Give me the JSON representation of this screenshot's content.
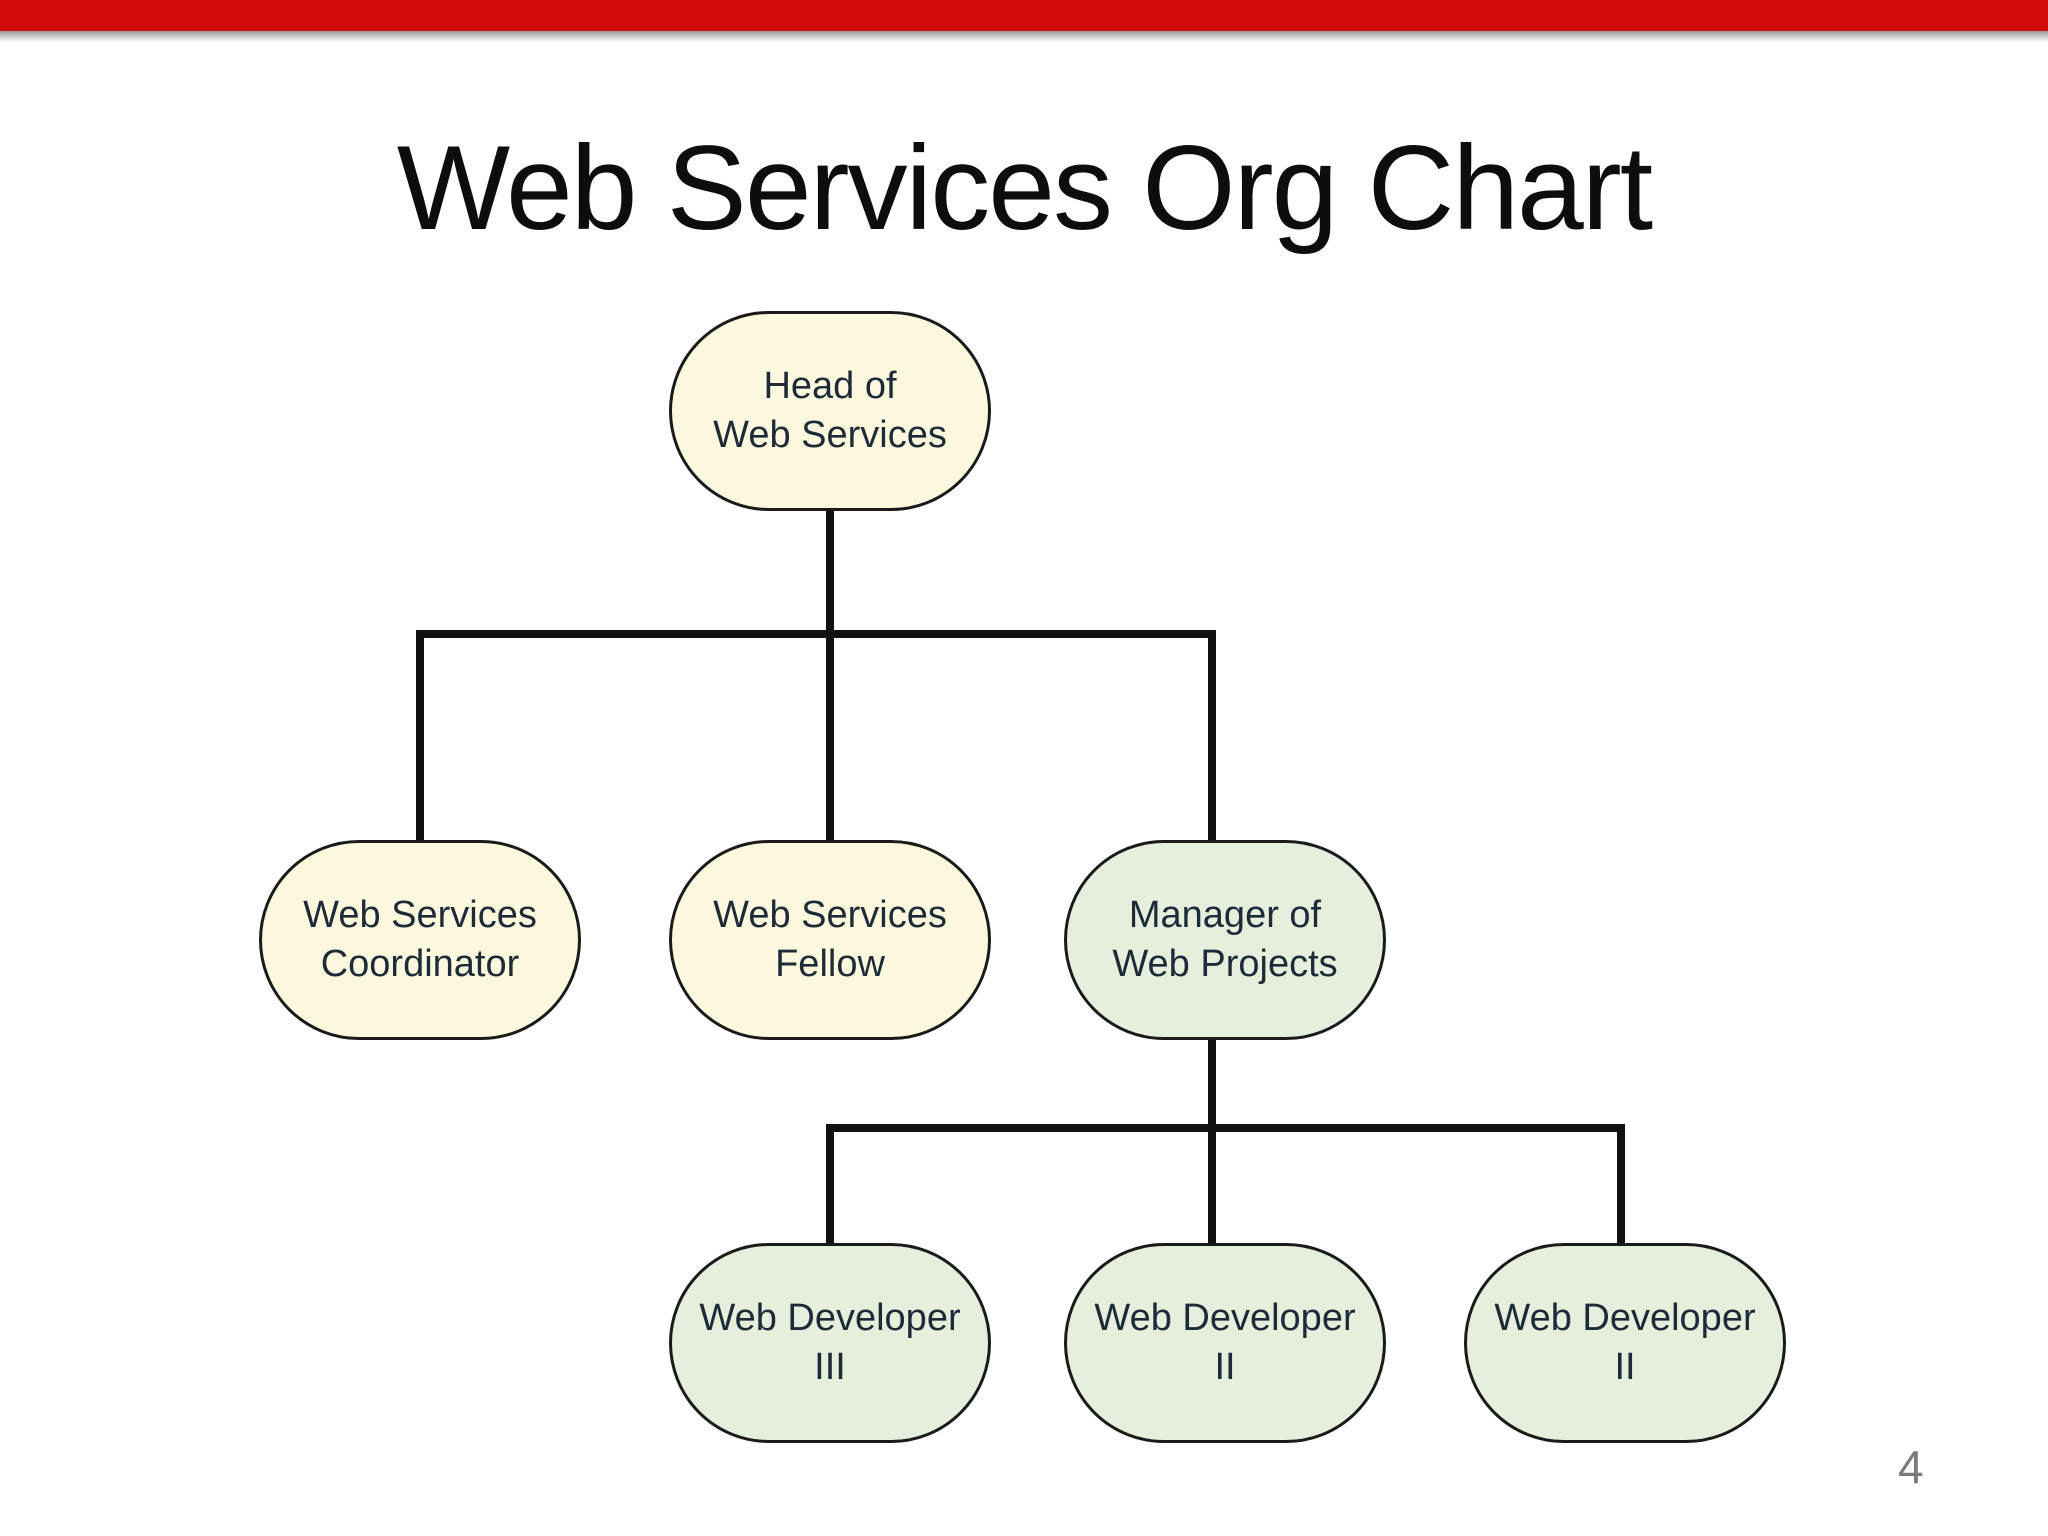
{
  "slide": {
    "title": "Web Services Org Chart",
    "page_number": "4"
  },
  "colors": {
    "accent_red": "#d20c0c",
    "node_cream": "#fbf8dd",
    "node_green": "#e6eedc",
    "node_border": "#1a1a1a",
    "connector_black": "#111111",
    "node_text": "#1d2a38",
    "title_text": "#0d0d0d",
    "page_number_gray": "#7a7a7a"
  },
  "org_chart": {
    "nodes": [
      {
        "id": "head-of-web-services",
        "line1": "Head of",
        "line2": "Web Services",
        "fill": "node_cream",
        "level": 1,
        "reports_to": null
      },
      {
        "id": "web-services-coordinator",
        "line1": "Web Services",
        "line2": "Coordinator",
        "fill": "node_cream",
        "level": 2,
        "reports_to": "head-of-web-services"
      },
      {
        "id": "web-services-fellow",
        "line1": "Web Services",
        "line2": "Fellow",
        "fill": "node_cream",
        "level": 2,
        "reports_to": "head-of-web-services"
      },
      {
        "id": "manager-of-web-projects",
        "line1": "Manager of",
        "line2": "Web Projects",
        "fill": "node_green",
        "level": 2,
        "reports_to": "head-of-web-services"
      },
      {
        "id": "web-developer-iii",
        "line1": "Web Developer",
        "line2": "III",
        "fill": "node_green",
        "level": 3,
        "reports_to": "manager-of-web-projects"
      },
      {
        "id": "web-developer-ii-center",
        "line1": "Web Developer",
        "line2": "II",
        "fill": "node_green",
        "level": 3,
        "reports_to": "manager-of-web-projects"
      },
      {
        "id": "web-developer-ii-right",
        "line1": "Web Developer",
        "line2": "II",
        "fill": "node_green",
        "level": 3,
        "reports_to": "manager-of-web-projects"
      }
    ]
  }
}
